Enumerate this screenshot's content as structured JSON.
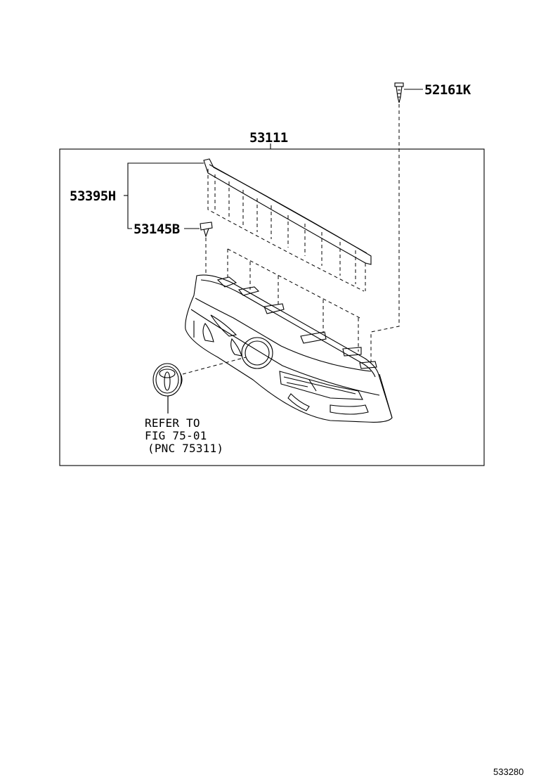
{
  "labels": {
    "assembly": "53111",
    "clip_top": "52161K",
    "molding": "53395H",
    "clip_left": "53145B",
    "note_line1": "REFER TO",
    "note_line2": "FIG 75-01",
    "note_line3": "(PNC 75311)",
    "figure_number": "533280"
  },
  "icons": {
    "emblem": "toyota-emblem-icon",
    "clip": "clip-icon"
  }
}
